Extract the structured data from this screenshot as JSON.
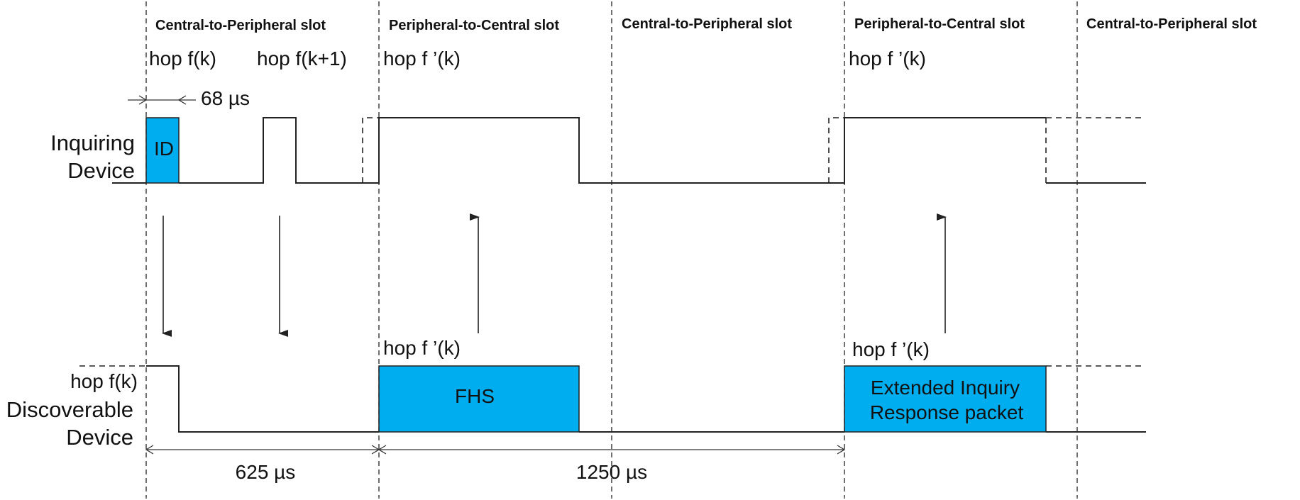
{
  "slot_labels": {
    "s1": "Central-to-Peripheral slot",
    "s2": "Peripheral-to-Central slot",
    "s3": "Central-to-Peripheral slot",
    "s4": "Peripheral-to-Central slot",
    "s5": "Central-to-Peripheral slot"
  },
  "hop_labels": {
    "top_fk": "hop f(k)",
    "top_fk1": "hop f(k+1)",
    "top_fpk_1": "hop f ’(k)",
    "top_fpk_2": "hop f ’(k)",
    "mid_fpk_1": "hop f ’(k)",
    "mid_fpk_2": "hop f ’(k)",
    "bottom_fk": "hop f(k)"
  },
  "rows": {
    "inquiring_line1": "Inquiring",
    "inquiring_line2": "Device",
    "discoverable_line1": "Discoverable",
    "discoverable_line2": "Device"
  },
  "packets": {
    "id": "ID",
    "fhs": "FHS",
    "eir_line1": "Extended Inquiry",
    "eir_line2": "Response packet"
  },
  "dimensions": {
    "id_width": "68 µs",
    "slot": "625 µs",
    "two_slots": "1250 µs"
  },
  "colors": {
    "packet_fill": "#00AEEF",
    "line": "#222222",
    "text": "#111111",
    "background": "#ffffff"
  }
}
